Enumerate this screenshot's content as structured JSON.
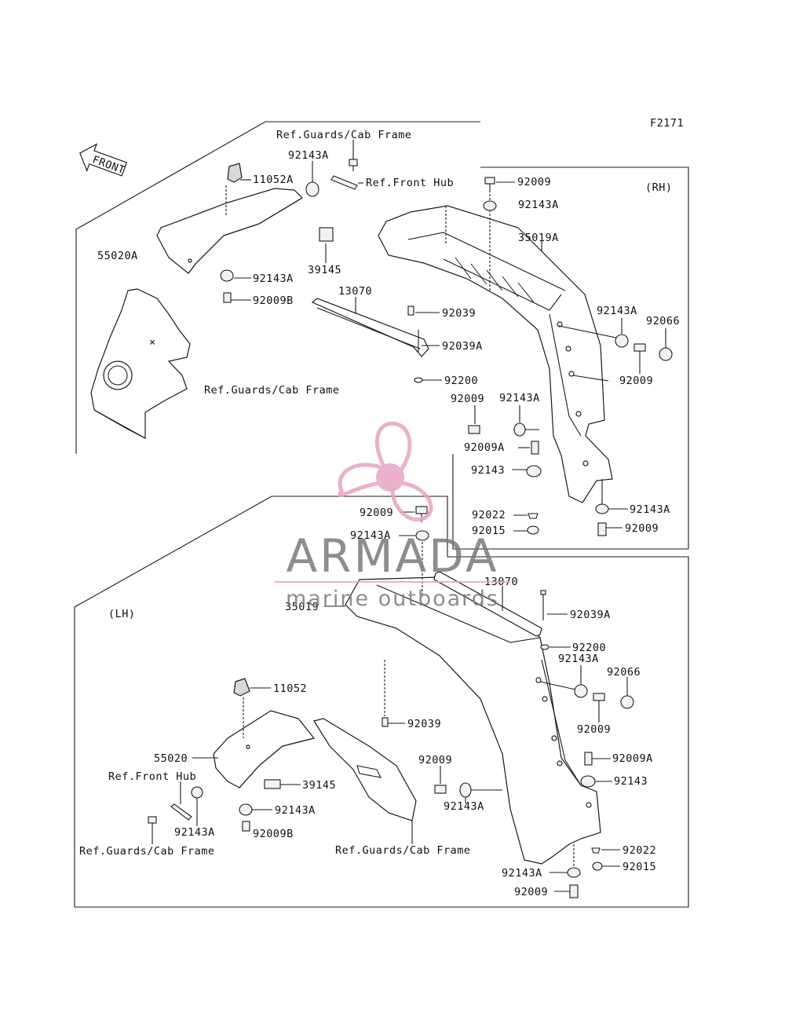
{
  "figure_code": "F2171",
  "front_label": "FRONT",
  "panels": {
    "rh": {
      "side_label": "(RH)"
    },
    "lh": {
      "side_label": "(LH)"
    }
  },
  "rh_labels": {
    "ref_guards_cab_top": "Ref.Guards/Cab Frame",
    "p92143A_top": "92143A",
    "ref_front_hub": "Ref.Front Hub",
    "p11052A": "11052A",
    "p55020A": "55020A",
    "p39145": "39145",
    "p92143A_left": "92143A",
    "p92009B": "92009B",
    "p13070": "13070",
    "ref_guards_cab_mid": "Ref.Guards/Cab Frame",
    "p92009_top": "92009",
    "p92143A_top_right": "92143A",
    "p35019A": "35019A",
    "p92039": "92039",
    "p92039A": "92039A",
    "p92200": "92200",
    "p92143A_side": "92143A",
    "p92066": "92066",
    "p92009_side": "92009",
    "p92009_mid": "92009",
    "p92143A_mid": "92143A",
    "p92009A": "92009A",
    "p92143": "92143",
    "p92022": "92022",
    "p92015": "92015",
    "p92143A_bottom": "92143A",
    "p92009_bottom": "92009"
  },
  "lh_labels": {
    "p92009_top": "92009",
    "p92143A_top": "92143A",
    "p13070": "13070",
    "p35019": "35019",
    "p92039A": "92039A",
    "p92200": "92200",
    "p92143A_side": "92143A",
    "p92066": "92066",
    "p92009_side": "92009",
    "p11052": "11052",
    "p92039": "92039",
    "p92009A": "92009A",
    "p55020": "55020",
    "p92009_mid": "92009",
    "p92143": "92143",
    "ref_front_hub": "Ref.Front Hub",
    "p39145": "39145",
    "p92143A_center": "92143A",
    "p92143A_right": "92143A",
    "p92143A_left": "92143A",
    "p92009B": "92009B",
    "ref_guards_cab_left": "Ref.Guards/Cab Frame",
    "ref_guards_cab_right": "Ref.Guards/Cab Frame",
    "p92022": "92022",
    "p92143A_bottom": "92143A",
    "p92015": "92015",
    "p92009_bottom": "92009"
  },
  "watermark": {
    "brand": "ARMADA",
    "tagline": "marine outboards",
    "color_logo": "#e8a3c4",
    "color_text": "#7a7a7a"
  }
}
